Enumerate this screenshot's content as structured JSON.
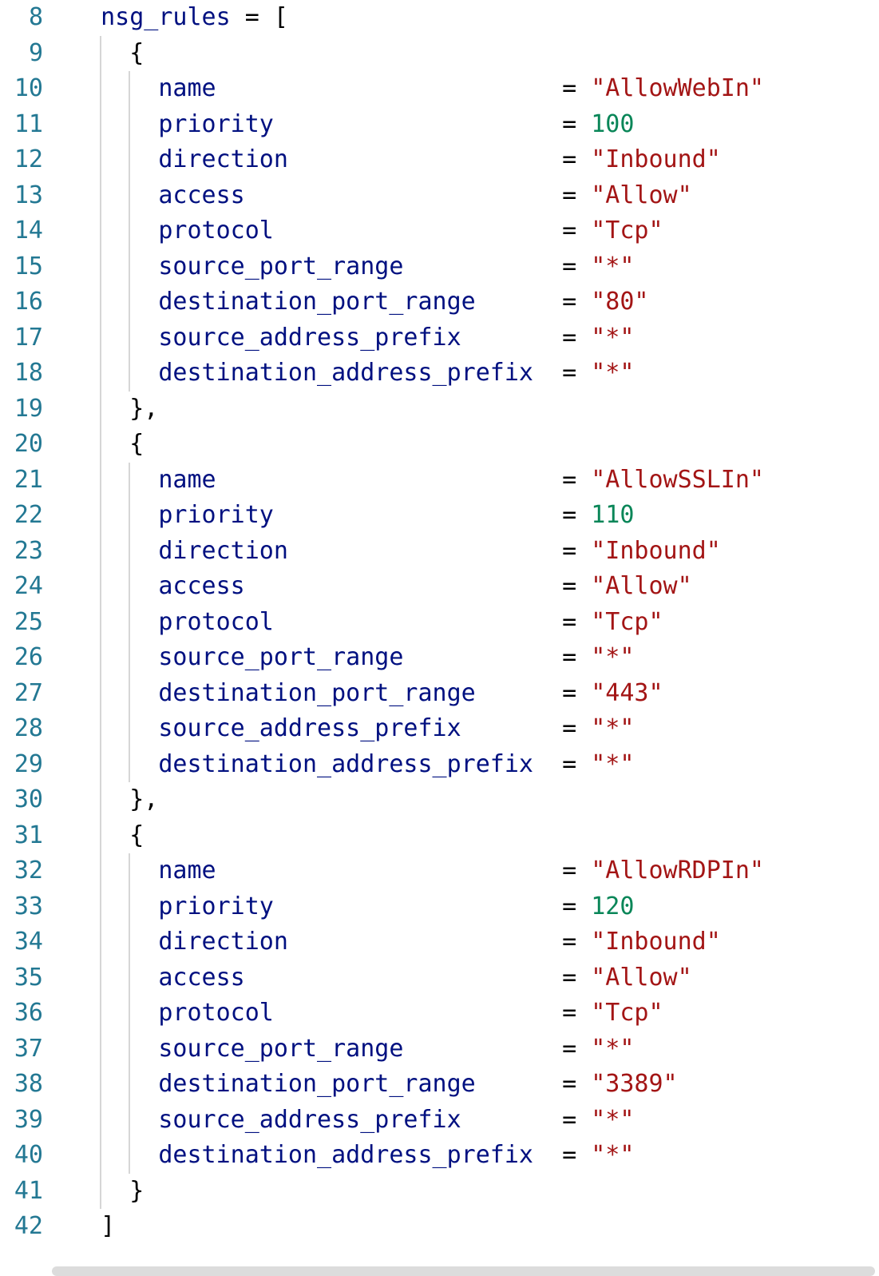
{
  "editor": {
    "language": "terraform",
    "palette": {
      "background": "#ffffff",
      "identifier": "#001080",
      "punctuation": "#000000",
      "string": "#a31515",
      "number": "#098658",
      "line_number": "#237893",
      "indent_guide": "#d6d6d6",
      "scrollbar": "#dcdcdc"
    },
    "lines": [
      {
        "n": 8,
        "guides": [],
        "tokens": [
          [
            "ws",
            "  "
          ],
          [
            "id",
            "nsg_rules"
          ],
          [
            "ws",
            " "
          ],
          [
            "punct",
            "="
          ],
          [
            "ws",
            " "
          ],
          [
            "punct",
            "["
          ]
        ]
      },
      {
        "n": 9,
        "guides": [
          2
        ],
        "tokens": [
          [
            "ws",
            "    "
          ],
          [
            "punct",
            "{"
          ]
        ]
      },
      {
        "n": 10,
        "guides": [
          2,
          4
        ],
        "tokens": [
          [
            "ws",
            "      "
          ],
          [
            "id",
            "name"
          ],
          [
            "ws",
            "                        "
          ],
          [
            "punct",
            "="
          ],
          [
            "ws",
            " "
          ],
          [
            "str",
            "\"AllowWebIn\""
          ]
        ]
      },
      {
        "n": 11,
        "guides": [
          2,
          4
        ],
        "tokens": [
          [
            "ws",
            "      "
          ],
          [
            "id",
            "priority"
          ],
          [
            "ws",
            "                    "
          ],
          [
            "punct",
            "="
          ],
          [
            "ws",
            " "
          ],
          [
            "num",
            "100"
          ]
        ]
      },
      {
        "n": 12,
        "guides": [
          2,
          4
        ],
        "tokens": [
          [
            "ws",
            "      "
          ],
          [
            "id",
            "direction"
          ],
          [
            "ws",
            "                   "
          ],
          [
            "punct",
            "="
          ],
          [
            "ws",
            " "
          ],
          [
            "str",
            "\"Inbound\""
          ]
        ]
      },
      {
        "n": 13,
        "guides": [
          2,
          4
        ],
        "tokens": [
          [
            "ws",
            "      "
          ],
          [
            "id",
            "access"
          ],
          [
            "ws",
            "                      "
          ],
          [
            "punct",
            "="
          ],
          [
            "ws",
            " "
          ],
          [
            "str",
            "\"Allow\""
          ]
        ]
      },
      {
        "n": 14,
        "guides": [
          2,
          4
        ],
        "tokens": [
          [
            "ws",
            "      "
          ],
          [
            "id",
            "protocol"
          ],
          [
            "ws",
            "                    "
          ],
          [
            "punct",
            "="
          ],
          [
            "ws",
            " "
          ],
          [
            "str",
            "\"Tcp\""
          ]
        ]
      },
      {
        "n": 15,
        "guides": [
          2,
          4
        ],
        "tokens": [
          [
            "ws",
            "      "
          ],
          [
            "id",
            "source_port_range"
          ],
          [
            "ws",
            "           "
          ],
          [
            "punct",
            "="
          ],
          [
            "ws",
            " "
          ],
          [
            "str",
            "\"*\""
          ]
        ]
      },
      {
        "n": 16,
        "guides": [
          2,
          4
        ],
        "tokens": [
          [
            "ws",
            "      "
          ],
          [
            "id",
            "destination_port_range"
          ],
          [
            "ws",
            "      "
          ],
          [
            "punct",
            "="
          ],
          [
            "ws",
            " "
          ],
          [
            "str",
            "\"80\""
          ]
        ]
      },
      {
        "n": 17,
        "guides": [
          2,
          4
        ],
        "tokens": [
          [
            "ws",
            "      "
          ],
          [
            "id",
            "source_address_prefix"
          ],
          [
            "ws",
            "       "
          ],
          [
            "punct",
            "="
          ],
          [
            "ws",
            " "
          ],
          [
            "str",
            "\"*\""
          ]
        ]
      },
      {
        "n": 18,
        "guides": [
          2,
          4
        ],
        "tokens": [
          [
            "ws",
            "      "
          ],
          [
            "id",
            "destination_address_prefix"
          ],
          [
            "ws",
            "  "
          ],
          [
            "punct",
            "="
          ],
          [
            "ws",
            " "
          ],
          [
            "str",
            "\"*\""
          ]
        ]
      },
      {
        "n": 19,
        "guides": [
          2
        ],
        "tokens": [
          [
            "ws",
            "    "
          ],
          [
            "punct",
            "},"
          ]
        ]
      },
      {
        "n": 20,
        "guides": [
          2
        ],
        "tokens": [
          [
            "ws",
            "    "
          ],
          [
            "punct",
            "{"
          ]
        ]
      },
      {
        "n": 21,
        "guides": [
          2,
          4
        ],
        "tokens": [
          [
            "ws",
            "      "
          ],
          [
            "id",
            "name"
          ],
          [
            "ws",
            "                        "
          ],
          [
            "punct",
            "="
          ],
          [
            "ws",
            " "
          ],
          [
            "str",
            "\"AllowSSLIn\""
          ]
        ]
      },
      {
        "n": 22,
        "guides": [
          2,
          4
        ],
        "tokens": [
          [
            "ws",
            "      "
          ],
          [
            "id",
            "priority"
          ],
          [
            "ws",
            "                    "
          ],
          [
            "punct",
            "="
          ],
          [
            "ws",
            " "
          ],
          [
            "num",
            "110"
          ]
        ]
      },
      {
        "n": 23,
        "guides": [
          2,
          4
        ],
        "tokens": [
          [
            "ws",
            "      "
          ],
          [
            "id",
            "direction"
          ],
          [
            "ws",
            "                   "
          ],
          [
            "punct",
            "="
          ],
          [
            "ws",
            " "
          ],
          [
            "str",
            "\"Inbound\""
          ]
        ]
      },
      {
        "n": 24,
        "guides": [
          2,
          4
        ],
        "tokens": [
          [
            "ws",
            "      "
          ],
          [
            "id",
            "access"
          ],
          [
            "ws",
            "                      "
          ],
          [
            "punct",
            "="
          ],
          [
            "ws",
            " "
          ],
          [
            "str",
            "\"Allow\""
          ]
        ]
      },
      {
        "n": 25,
        "guides": [
          2,
          4
        ],
        "tokens": [
          [
            "ws",
            "      "
          ],
          [
            "id",
            "protocol"
          ],
          [
            "ws",
            "                    "
          ],
          [
            "punct",
            "="
          ],
          [
            "ws",
            " "
          ],
          [
            "str",
            "\"Tcp\""
          ]
        ]
      },
      {
        "n": 26,
        "guides": [
          2,
          4
        ],
        "tokens": [
          [
            "ws",
            "      "
          ],
          [
            "id",
            "source_port_range"
          ],
          [
            "ws",
            "           "
          ],
          [
            "punct",
            "="
          ],
          [
            "ws",
            " "
          ],
          [
            "str",
            "\"*\""
          ]
        ]
      },
      {
        "n": 27,
        "guides": [
          2,
          4
        ],
        "tokens": [
          [
            "ws",
            "      "
          ],
          [
            "id",
            "destination_port_range"
          ],
          [
            "ws",
            "      "
          ],
          [
            "punct",
            "="
          ],
          [
            "ws",
            " "
          ],
          [
            "str",
            "\"443\""
          ]
        ]
      },
      {
        "n": 28,
        "guides": [
          2,
          4
        ],
        "tokens": [
          [
            "ws",
            "      "
          ],
          [
            "id",
            "source_address_prefix"
          ],
          [
            "ws",
            "       "
          ],
          [
            "punct",
            "="
          ],
          [
            "ws",
            " "
          ],
          [
            "str",
            "\"*\""
          ]
        ]
      },
      {
        "n": 29,
        "guides": [
          2,
          4
        ],
        "tokens": [
          [
            "ws",
            "      "
          ],
          [
            "id",
            "destination_address_prefix"
          ],
          [
            "ws",
            "  "
          ],
          [
            "punct",
            "="
          ],
          [
            "ws",
            " "
          ],
          [
            "str",
            "\"*\""
          ]
        ]
      },
      {
        "n": 30,
        "guides": [
          2
        ],
        "tokens": [
          [
            "ws",
            "    "
          ],
          [
            "punct",
            "},"
          ]
        ]
      },
      {
        "n": 31,
        "guides": [
          2
        ],
        "tokens": [
          [
            "ws",
            "    "
          ],
          [
            "punct",
            "{"
          ]
        ]
      },
      {
        "n": 32,
        "guides": [
          2,
          4
        ],
        "tokens": [
          [
            "ws",
            "      "
          ],
          [
            "id",
            "name"
          ],
          [
            "ws",
            "                        "
          ],
          [
            "punct",
            "="
          ],
          [
            "ws",
            " "
          ],
          [
            "str",
            "\"AllowRDPIn\""
          ]
        ]
      },
      {
        "n": 33,
        "guides": [
          2,
          4
        ],
        "tokens": [
          [
            "ws",
            "      "
          ],
          [
            "id",
            "priority"
          ],
          [
            "ws",
            "                    "
          ],
          [
            "punct",
            "="
          ],
          [
            "ws",
            " "
          ],
          [
            "num",
            "120"
          ]
        ]
      },
      {
        "n": 34,
        "guides": [
          2,
          4
        ],
        "tokens": [
          [
            "ws",
            "      "
          ],
          [
            "id",
            "direction"
          ],
          [
            "ws",
            "                   "
          ],
          [
            "punct",
            "="
          ],
          [
            "ws",
            " "
          ],
          [
            "str",
            "\"Inbound\""
          ]
        ]
      },
      {
        "n": 35,
        "guides": [
          2,
          4
        ],
        "tokens": [
          [
            "ws",
            "      "
          ],
          [
            "id",
            "access"
          ],
          [
            "ws",
            "                      "
          ],
          [
            "punct",
            "="
          ],
          [
            "ws",
            " "
          ],
          [
            "str",
            "\"Allow\""
          ]
        ]
      },
      {
        "n": 36,
        "guides": [
          2,
          4
        ],
        "tokens": [
          [
            "ws",
            "      "
          ],
          [
            "id",
            "protocol"
          ],
          [
            "ws",
            "                    "
          ],
          [
            "punct",
            "="
          ],
          [
            "ws",
            " "
          ],
          [
            "str",
            "\"Tcp\""
          ]
        ]
      },
      {
        "n": 37,
        "guides": [
          2,
          4
        ],
        "tokens": [
          [
            "ws",
            "      "
          ],
          [
            "id",
            "source_port_range"
          ],
          [
            "ws",
            "           "
          ],
          [
            "punct",
            "="
          ],
          [
            "ws",
            " "
          ],
          [
            "str",
            "\"*\""
          ]
        ]
      },
      {
        "n": 38,
        "guides": [
          2,
          4
        ],
        "tokens": [
          [
            "ws",
            "      "
          ],
          [
            "id",
            "destination_port_range"
          ],
          [
            "ws",
            "      "
          ],
          [
            "punct",
            "="
          ],
          [
            "ws",
            " "
          ],
          [
            "str",
            "\"3389\""
          ]
        ]
      },
      {
        "n": 39,
        "guides": [
          2,
          4
        ],
        "tokens": [
          [
            "ws",
            "      "
          ],
          [
            "id",
            "source_address_prefix"
          ],
          [
            "ws",
            "       "
          ],
          [
            "punct",
            "="
          ],
          [
            "ws",
            " "
          ],
          [
            "str",
            "\"*\""
          ]
        ]
      },
      {
        "n": 40,
        "guides": [
          2,
          4
        ],
        "tokens": [
          [
            "ws",
            "      "
          ],
          [
            "id",
            "destination_address_prefix"
          ],
          [
            "ws",
            "  "
          ],
          [
            "punct",
            "="
          ],
          [
            "ws",
            " "
          ],
          [
            "str",
            "\"*\""
          ]
        ]
      },
      {
        "n": 41,
        "guides": [
          2
        ],
        "tokens": [
          [
            "ws",
            "    "
          ],
          [
            "punct",
            "}"
          ]
        ]
      },
      {
        "n": 42,
        "guides": [],
        "tokens": [
          [
            "ws",
            "  "
          ],
          [
            "punct",
            "]"
          ]
        ]
      }
    ],
    "scrollbar": {
      "orientation": "horizontal"
    }
  }
}
